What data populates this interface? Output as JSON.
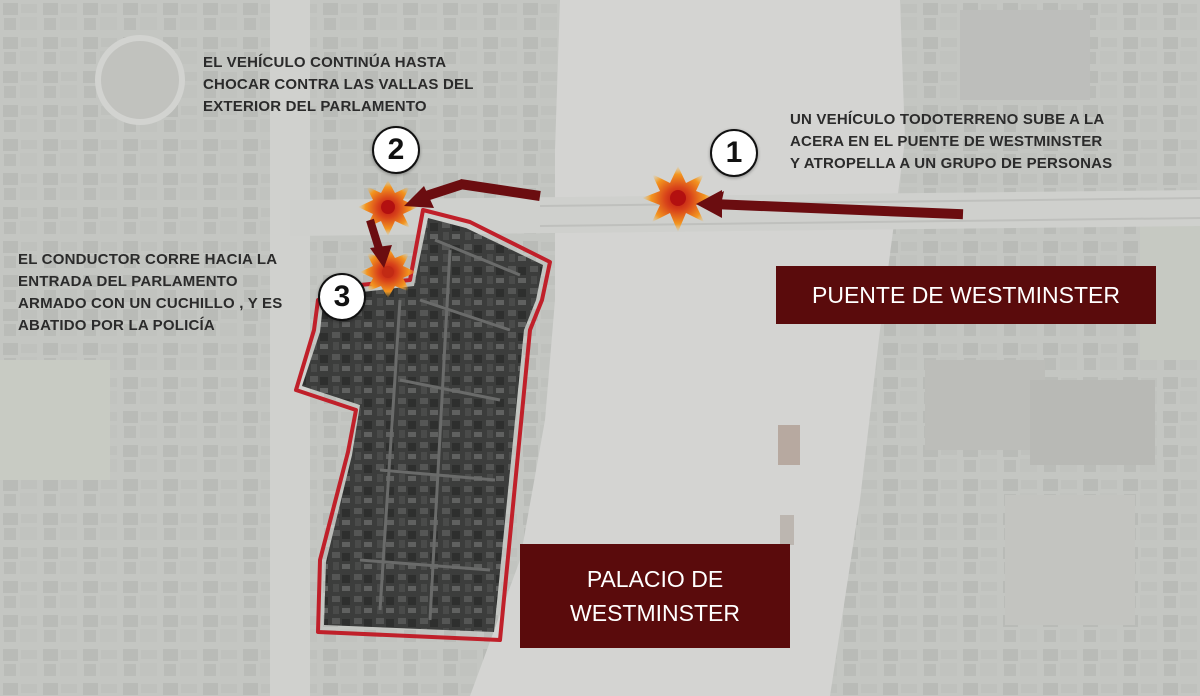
{
  "map": {
    "colors": {
      "river": "#d4d4d2",
      "land": "#c9cbc7",
      "building_dark": "#3f403f",
      "outline": "#c0202a",
      "arrow": "#6b0d10",
      "label_bg": "#5a0b0c",
      "explosion": "#f08a1c"
    }
  },
  "labels": {
    "bridge": "PUENTE DE WESTMINSTER",
    "palace_line1": "PALACIO DE",
    "palace_line2": "WESTMINSTER"
  },
  "events": [
    {
      "number": "1",
      "lines": [
        "UN VEHÍCULO TODOTERRENO SUBE A LA",
        "ACERA EN EL PUENTE DE WESTMINSTER",
        "Y ATROPELLA A UN GRUPO DE PERSONAS"
      ]
    },
    {
      "number": "2",
      "lines": [
        "EL VEHÍCULO CONTINÚA HASTA",
        "CHOCAR CONTRA LAS VALLAS DEL",
        "EXTERIOR DEL PARLAMENTO"
      ]
    },
    {
      "number": "3",
      "lines": [
        "EL CONDUCTOR CORRE HACIA LA",
        "ENTRADA DEL PARLAMENTO",
        "ARMADO CON UN CUCHILLO , Y ES",
        "ABATIDO POR LA POLICÍA"
      ]
    }
  ]
}
